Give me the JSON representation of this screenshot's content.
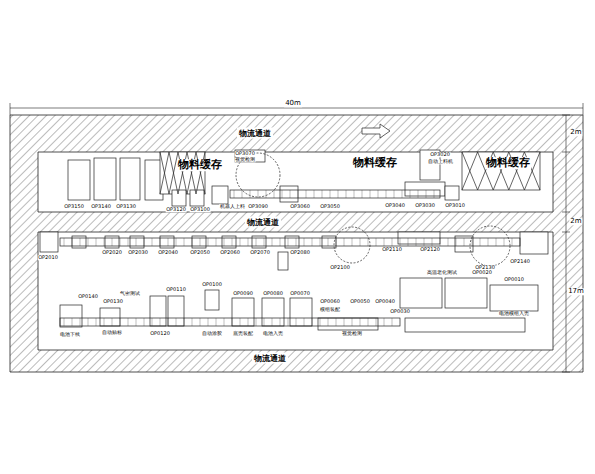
{
  "diagram": {
    "nodes": [
      {
        "text": [
          "物流通道"
        ]
      },
      {
        "text": [
          "物流通道"
        ]
      },
      {
        "text": [
          "物流通道"
        ]
      }
    ],
    "labels": [
      "40m",
      "2m",
      "2m",
      "17m",
      "物料缓存",
      "物料缓存",
      "物料缓存",
      "OP3150",
      "OP3140",
      "OP3130",
      "OP3120",
      "OP3100",
      "机器人上料",
      "OP3090",
      "OP3070",
      "视觉检测",
      "OP3060",
      "OP3050",
      "OP3040",
      "OP3030",
      "OP3020",
      "自动上料机",
      "OP3010",
      "OP2010",
      "OP2020",
      "OP2030",
      "OP2040",
      "OP2050",
      "OP2060",
      "OP2070",
      "OP2080",
      "OP2100",
      "OP2110",
      "OP2120",
      "OP2130",
      "OP2140",
      "OP0140",
      "电池下线",
      "OP0130",
      "自动贴标",
      "气密测试",
      "OP0120",
      "OP0110",
      "OP0100",
      "自动涂胶",
      "OP0090",
      "底壳装配",
      "OP0080",
      "电池入壳",
      "OP0070",
      "OP0060",
      "模组装配",
      "OP0050",
      "视觉检测",
      "OP0040",
      "OP0030",
      "高温老化测试",
      "OP0020",
      "OP0010",
      "电池模组入壳"
    ]
  }
}
